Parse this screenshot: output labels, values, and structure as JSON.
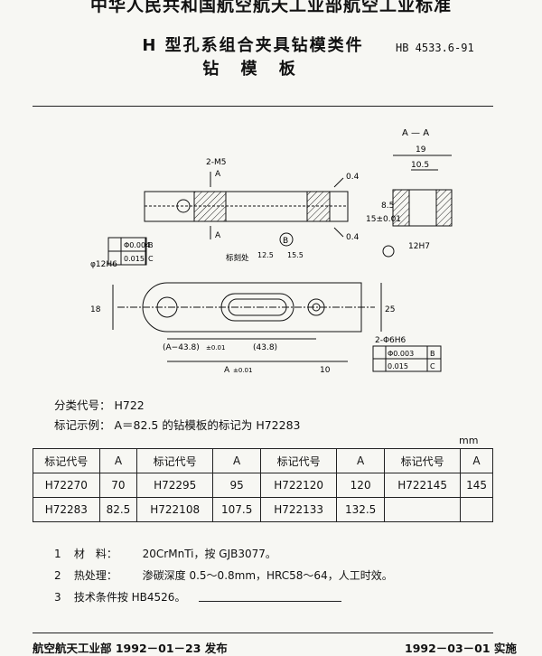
{
  "header": {
    "standard_org": "中华人民共和国航空航天工业部航空工业标准",
    "title_line1": "H 型孔系组合夹具钻模类件",
    "title_line2": "钻 模 板",
    "standard_no": "HB 4533.6-91"
  },
  "drawing": {
    "section": "A — A",
    "dims": {
      "w19": "19",
      "w105": "10.5",
      "h85": "8.5",
      "h15": "15±0.01",
      "m5": "2-M5",
      "cut_a": "A",
      "ra": "0.4",
      "datum_b": "B",
      "d12h6": "φ12H6",
      "d12h7": "12H7",
      "h18": "18",
      "h25": "25",
      "w125": "12.5",
      "w155": "15.5",
      "mark_label": "标刻处",
      "dim_a_minus": "(A−43.8)",
      "tol_01": "±0.01",
      "dim_438": "(43.8)",
      "dim_a": "A",
      "w10": "10",
      "holes": "2-Φ6H6"
    },
    "fcf_left": {
      "row1_val": "Φ0.004",
      "row1_ref": "B",
      "row2_val": "0.015",
      "row2_ref": "C"
    },
    "fcf_right": {
      "row1_val": "Φ0.003",
      "row1_ref": "B",
      "row2_val": "0.015",
      "row2_ref": "C"
    }
  },
  "classification": {
    "label": "分类代号：",
    "code": "H722",
    "example_label": "标记示例：",
    "example_text": "A＝82.5 的钻模板的标记为 H72283"
  },
  "table": {
    "unit": "mm",
    "headers": [
      "标记代号",
      "A",
      "标记代号",
      "A",
      "标记代号",
      "A",
      "标记代号",
      "A"
    ],
    "rows": [
      [
        "H72270",
        "70",
        "H72295",
        "95",
        "H722120",
        "120",
        "H722145",
        "145"
      ],
      [
        "H72283",
        "82.5",
        "H722108",
        "107.5",
        "H722133",
        "132.5",
        "",
        ""
      ]
    ]
  },
  "notes": [
    {
      "num": "1",
      "label": "材　料：",
      "text": "20CrMnTi，按 GJB3077。"
    },
    {
      "num": "2",
      "label": "热处理：",
      "text": "渗碳深度 0.5～0.8mm，HRC58～64，人工时效。"
    },
    {
      "num": "3",
      "label": "",
      "text": "技术条件按 HB4526。"
    }
  ],
  "footer": {
    "issued": "航空航天工业部 1992－01－23 发布",
    "effective": "1992－03－01 实施"
  }
}
